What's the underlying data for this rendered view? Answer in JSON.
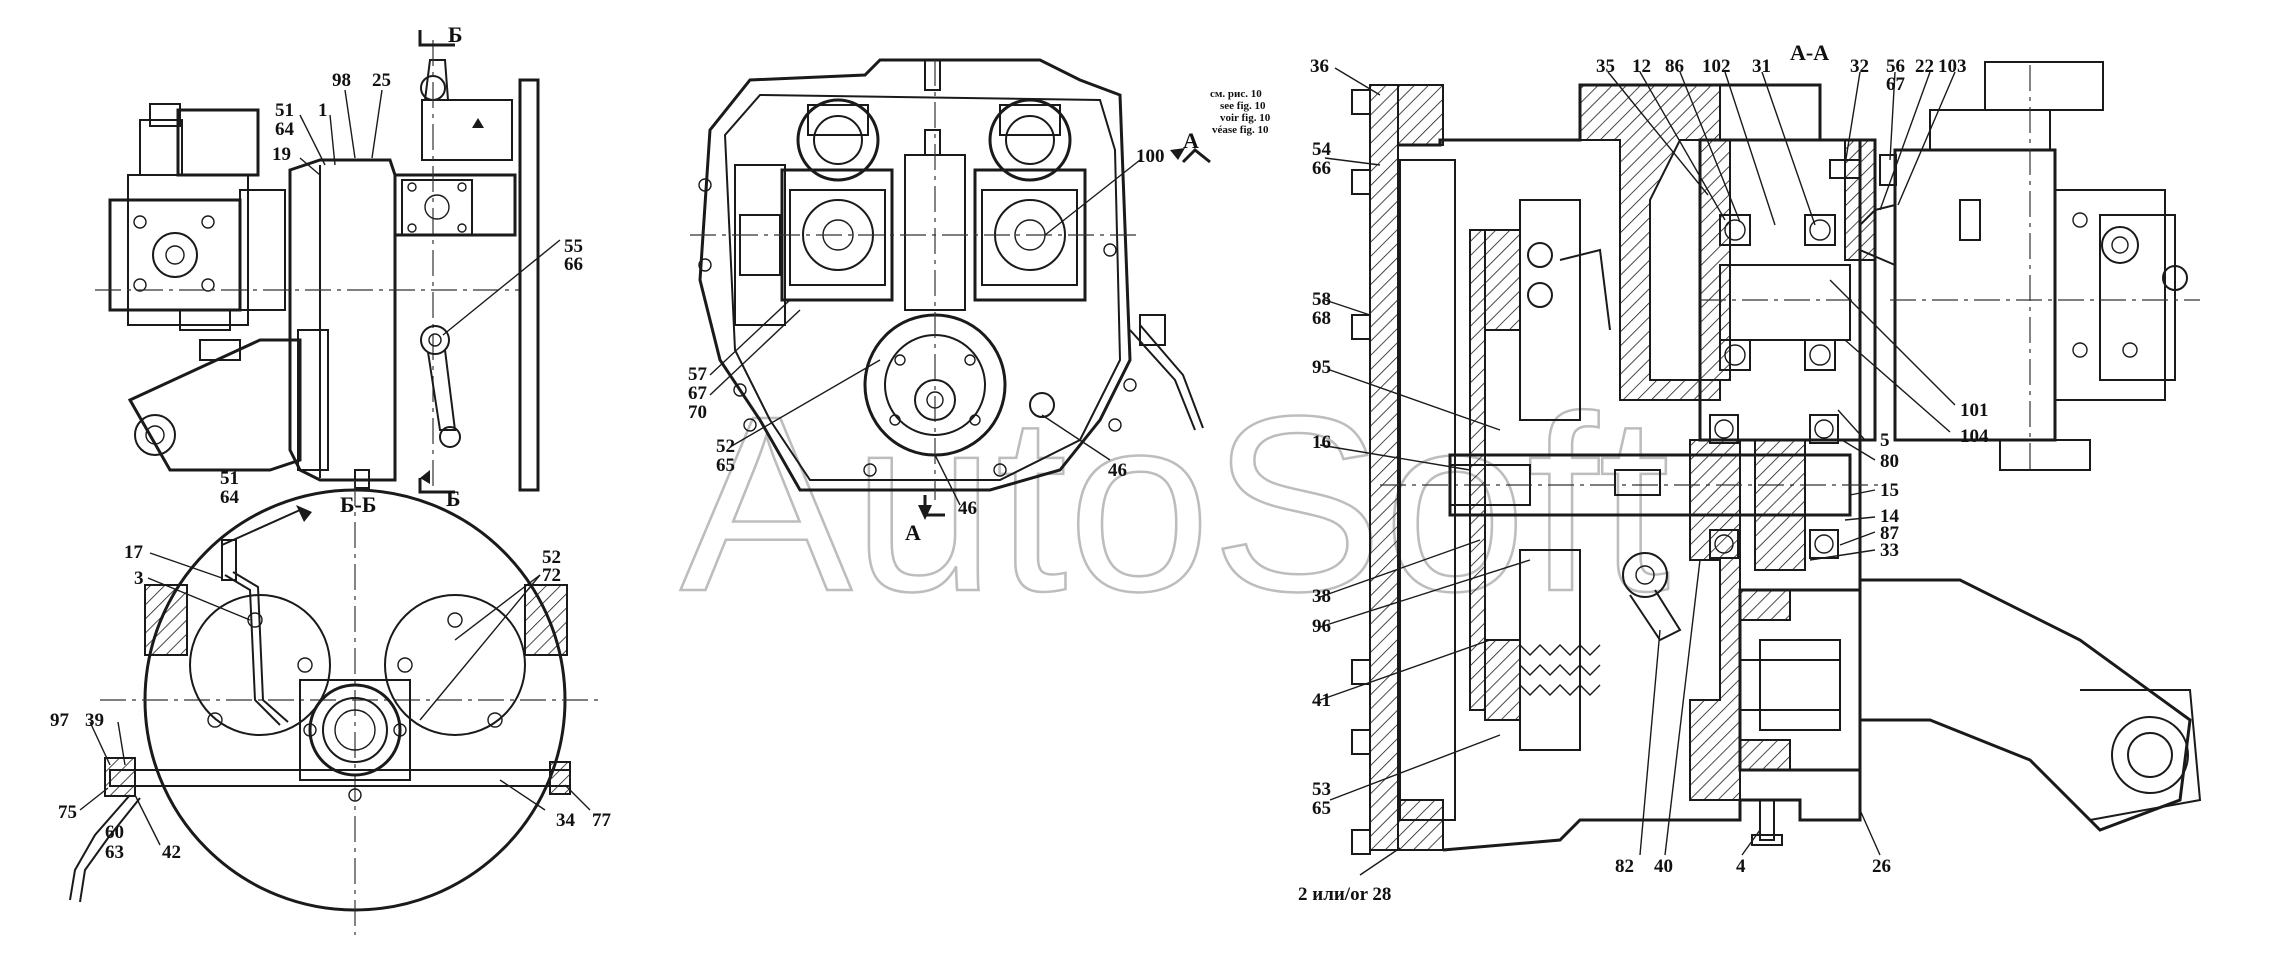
{
  "watermark": "AutoSoft",
  "section_titles": {
    "bb": "Б-Б",
    "aa": "А-А",
    "cut_b_top": "Б",
    "cut_b_bottom": "Б",
    "cut_a_right": "А",
    "cut_a_bottom": "А"
  },
  "note": [
    "см. рис. 10",
    "see fig. 10",
    "voir fig. 10",
    "véase fig. 10"
  ],
  "callouts_left": [
    "98",
    "25",
    "51",
    "64",
    "1",
    "19",
    "55",
    "66"
  ],
  "callouts_bb": [
    "51",
    "64",
    "17",
    "3",
    "52",
    "72",
    "97",
    "39",
    "75",
    "60",
    "63",
    "42",
    "34",
    "77"
  ],
  "callouts_middle": [
    "100",
    "57",
    "67",
    "70",
    "52",
    "65",
    "46",
    "46"
  ],
  "callouts_aa": [
    "36",
    "35",
    "12",
    "86",
    "102",
    "31",
    "32",
    "56",
    "67",
    "22",
    "103",
    "54",
    "66",
    "58",
    "68",
    "95",
    "16",
    "38",
    "96",
    "41",
    "53",
    "65",
    "2 или/or 28",
    "82",
    "40",
    "4",
    "26",
    "101",
    "104",
    "5",
    "80",
    "15",
    "14",
    "87",
    "33"
  ]
}
